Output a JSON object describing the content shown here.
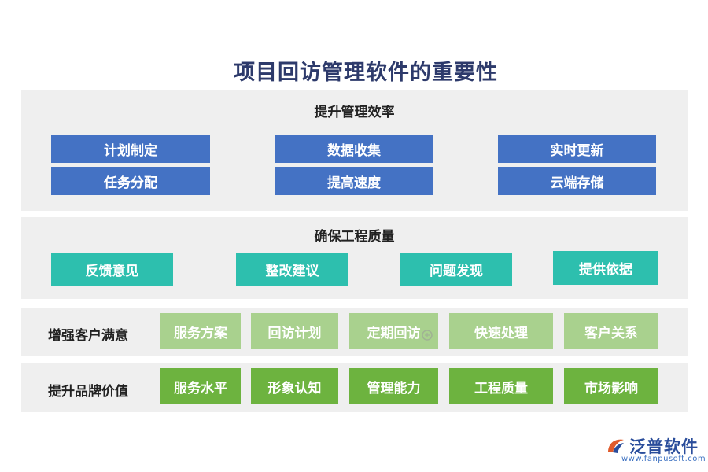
{
  "title": "项目回访管理软件的重要性",
  "section1": {
    "heading": "提升管理效率",
    "items": [
      "计划制定",
      "数据收集",
      "实时更新",
      "任务分配",
      "提高速度",
      "云端存储"
    ]
  },
  "section2": {
    "heading": "确保工程质量",
    "items": [
      "反馈意见",
      "整改建议",
      "问题发现",
      "提供依据"
    ]
  },
  "section3": {
    "label": "增强客户满意",
    "items": [
      "服务方案",
      "回访计划",
      "定期回访",
      "快速处理",
      "客户关系"
    ]
  },
  "section4": {
    "label": "提升品牌价值",
    "items": [
      "服务水平",
      "形象认知",
      "管理能力",
      "工程质量",
      "市场影响"
    ]
  },
  "logo": {
    "name": "泛普软件",
    "url": "www.fanpusoft.com"
  },
  "colors": {
    "title": "#2d3a6b",
    "blue": "#4472c4",
    "teal": "#2dbfae",
    "lightgreen": "#a9d18e",
    "green": "#6db33f",
    "panel": "#efefef"
  }
}
